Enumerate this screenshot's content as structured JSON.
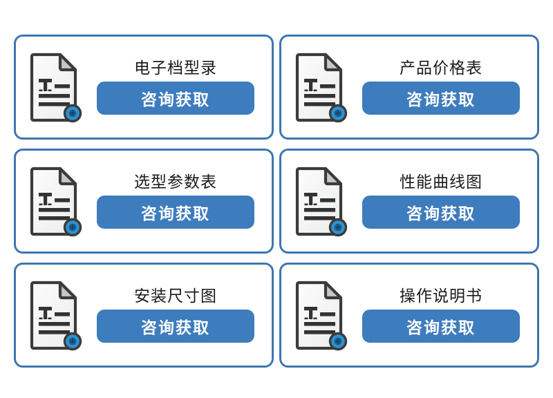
{
  "page": {
    "background_color": "#ffffff",
    "accent_color": "#3d7cbd",
    "border_color": "#3d76b0",
    "title_color": "#1a1a1a"
  },
  "cards": [
    {
      "title": "电子档型录",
      "button_label": "咨询获取",
      "icon": "document-download-icon"
    },
    {
      "title": "产品价格表",
      "button_label": "咨询获取",
      "icon": "document-download-icon"
    },
    {
      "title": "选型参数表",
      "button_label": "咨询获取",
      "icon": "document-download-icon"
    },
    {
      "title": "性能曲线图",
      "button_label": "咨询获取",
      "icon": "document-download-icon"
    },
    {
      "title": "安装尺寸图",
      "button_label": "咨询获取",
      "icon": "document-download-icon"
    },
    {
      "title": "操作说明书",
      "button_label": "咨询获取",
      "icon": "document-download-icon"
    }
  ]
}
